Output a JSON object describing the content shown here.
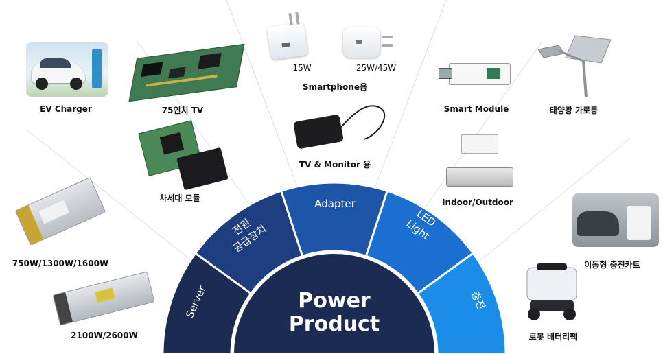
{
  "center": {
    "line1": "Power",
    "line2": "Product"
  },
  "segments": [
    {
      "id": "server",
      "label": "Server",
      "color": "#1c2b52"
    },
    {
      "id": "psu",
      "label_line1": "전원",
      "label_line2": "공급장치",
      "color": "#1f3e80"
    },
    {
      "id": "adapter",
      "label": "Adapter",
      "color": "#1d56a8"
    },
    {
      "id": "led",
      "label_line1": "LED",
      "label_line2": "Light",
      "color": "#1a6fd0"
    },
    {
      "id": "charging",
      "label": "충전",
      "color": "#1b8ce8"
    }
  ],
  "products": {
    "ev_charger": "EV Charger",
    "tv75": "75인치 TV",
    "next_module": "차세대 모듈",
    "psu_small": "750W/1300W/1600W",
    "psu_large": "2100W/2600W",
    "charger_15w": "15W",
    "charger_25w": "25W/45W",
    "smartphone": "Smartphone용",
    "tv_monitor": "TV & Monitor 용",
    "smart_module": "Smart Module",
    "solar_light": "태양광 가로등",
    "indoor_outdoor": "Indoor/Outdoor",
    "mobile_cart": "이동형 충전카트",
    "robot_pack": "로봇 배터리팩"
  }
}
